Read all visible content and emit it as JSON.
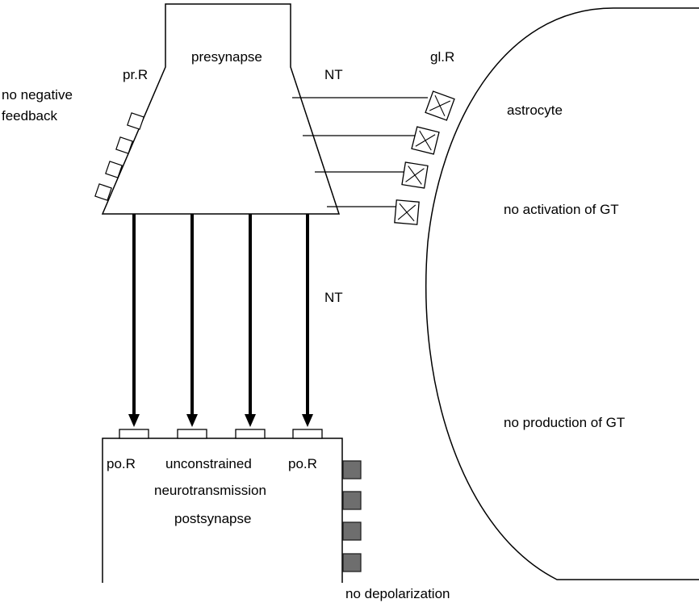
{
  "labels": {
    "presynapse": "presynapse",
    "pr_r": "pr.R",
    "no_negative_feedback": [
      "no negative",
      "feedback"
    ],
    "nt_top": "NT",
    "gl_r": "gl.R",
    "astrocyte": "astrocyte",
    "no_activation_gt": "no activation of GT",
    "nt_middle": "NT",
    "no_production_gt": "no production of GT",
    "po_r_left": "po.R",
    "unconstrained": "unconstrained",
    "neurotransmission": "neurotransmission",
    "po_r_right": "po.R",
    "postsynapse": "postsynapse",
    "no_depolarization": "no depolarization"
  },
  "colors": {
    "line": "#000000",
    "fill": "#ffffff",
    "depolarization_receptor": "#6e6e6e"
  },
  "icons": {
    "blocked_receptor": "boxed-x-icon"
  }
}
